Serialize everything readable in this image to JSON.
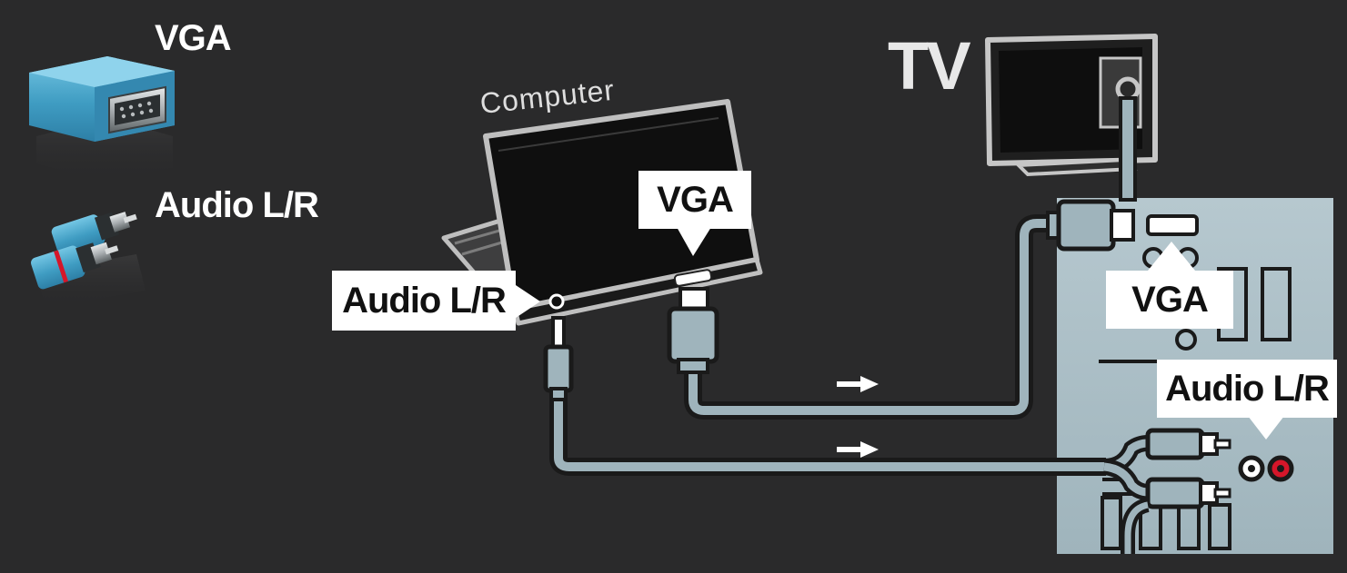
{
  "legend": {
    "vga_label": "VGA",
    "audio_label": "Audio L/R"
  },
  "devices": {
    "tv_label": "TV",
    "computer_label": "Computer"
  },
  "callouts": {
    "computer_vga": "VGA",
    "computer_audio": "Audio L/R",
    "tv_vga": "VGA",
    "tv_audio": "Audio L/R"
  },
  "colors": {
    "background": "#2a2a2b",
    "panel": "#a9bec6",
    "cable": "#9fb4bc",
    "connector_blue": "#4aa6c8",
    "audio_red": "#d5162a"
  },
  "icons": [
    "vga-connector-icon",
    "rca-audio-connector-icon",
    "tv-icon",
    "laptop-icon",
    "arrow-right-icon"
  ]
}
